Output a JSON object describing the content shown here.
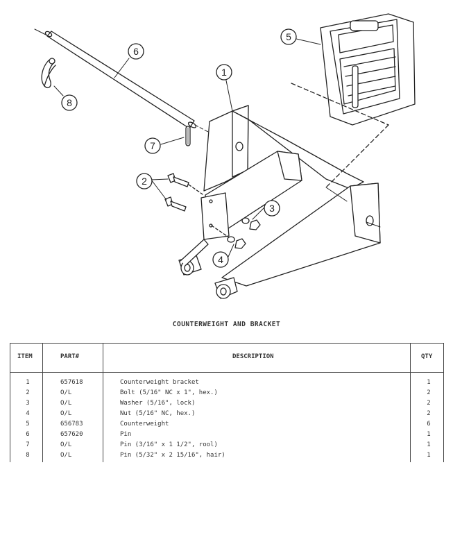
{
  "callouts": [
    "1",
    "2",
    "3",
    "4",
    "5",
    "6",
    "7",
    "8"
  ],
  "caption": "COUNTERWEIGHT AND BRACKET",
  "table": {
    "headers": {
      "item": "ITEM",
      "part": "PART#",
      "description": "DESCRIPTION",
      "qty": "QTY"
    },
    "rows": [
      {
        "item": "1",
        "part": "657618",
        "description": "Counterweight bracket",
        "qty": "1"
      },
      {
        "item": "2",
        "part": "O/L",
        "description": "Bolt (5/16\" NC x 1\", hex.)",
        "qty": "2"
      },
      {
        "item": "3",
        "part": "O/L",
        "description": "Washer (5/16\", lock)",
        "qty": "2"
      },
      {
        "item": "4",
        "part": "O/L",
        "description": "Nut (5/16\" NC, hex.)",
        "qty": "2"
      },
      {
        "item": "5",
        "part": "656783",
        "description": "Counterweight",
        "qty": "6"
      },
      {
        "item": "6",
        "part": "657620",
        "description": "Pin",
        "qty": "1"
      },
      {
        "item": "7",
        "part": "O/L",
        "description": "Pin (3/16\" x 1 1/2\", rool)",
        "qty": "1"
      },
      {
        "item": "8",
        "part": "O/L",
        "description": "Pin (5/32\" x 2 15/16\", hair)",
        "qty": "1"
      }
    ]
  }
}
